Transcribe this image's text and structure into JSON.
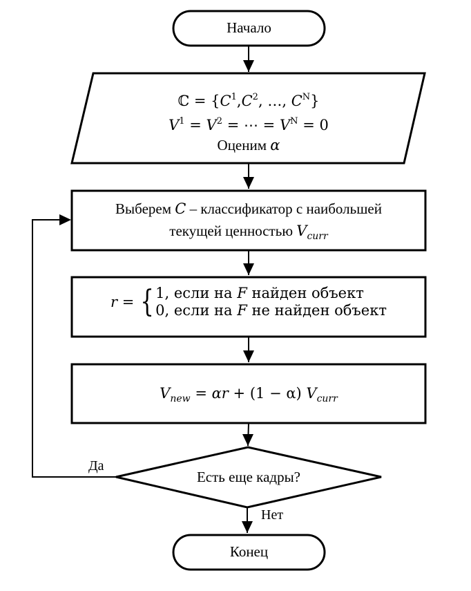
{
  "diagram": {
    "type": "flowchart",
    "language": "ru",
    "nodes": {
      "start": {
        "shape": "terminator",
        "label": "Начало"
      },
      "input": {
        "shape": "parallelogram",
        "line1": {
          "set_symbol": "ℂ",
          "equals": "=",
          "open": "{",
          "c": "C",
          "sup1": "1",
          "sup2": "2",
          "supN": "N",
          "sep": ",",
          "ellipsis": "…",
          "close": "}"
        },
        "line2": {
          "v": "V",
          "sup1": "1",
          "sup2": "2",
          "supN": "N",
          "equals": "=",
          "cdots": "⋯",
          "zero": "0"
        },
        "line3": {
          "text": "Оценим",
          "alpha": "α"
        }
      },
      "select": {
        "shape": "process",
        "line1_prefix": "Выберем",
        "line1_var": "C",
        "line1_suffix": "– классификатор с наибольшей",
        "line2_prefix": "текущей ценностью",
        "line2_var": "V",
        "line2_sub": "curr"
      },
      "reward": {
        "shape": "process",
        "lhs": "r",
        "equals": "=",
        "brace": "{",
        "case1": {
          "value": "1,",
          "text_before": "если на",
          "var": "F",
          "text_after": "найден объект"
        },
        "case2": {
          "value": "0,",
          "text_before": "если на",
          "var": "F",
          "text_after": "не найден объект"
        }
      },
      "update": {
        "shape": "process",
        "v": "V",
        "sub_new": "new",
        "equals": "=",
        "alpha_r": "αr",
        "plus": "+",
        "paren": "(1 − α)",
        "sub_curr": "curr"
      },
      "decision": {
        "shape": "diamond",
        "label": "Есть еще кадры?"
      },
      "end": {
        "shape": "terminator",
        "label": "Конец"
      }
    },
    "edges": [
      {
        "from": "start",
        "to": "input",
        "label": ""
      },
      {
        "from": "input",
        "to": "select",
        "label": ""
      },
      {
        "from": "select",
        "to": "reward",
        "label": ""
      },
      {
        "from": "reward",
        "to": "update",
        "label": ""
      },
      {
        "from": "update",
        "to": "decision",
        "label": ""
      },
      {
        "from": "decision",
        "to": "select",
        "label": "Да"
      },
      {
        "from": "decision",
        "to": "end",
        "label": "Нет"
      }
    ],
    "edge_labels": {
      "yes": "Да",
      "no": "Нет"
    }
  }
}
